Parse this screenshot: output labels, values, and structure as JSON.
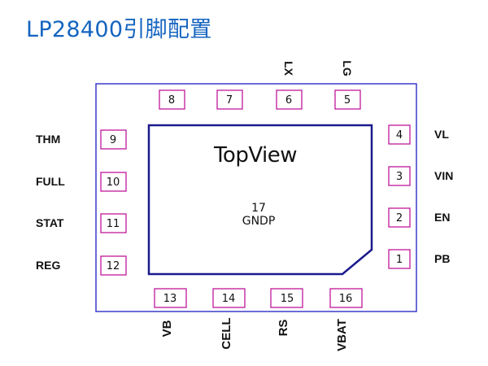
{
  "title": "LP28400引脚配置",
  "view_label": "TopView",
  "pad": {
    "number": "17",
    "name": "GNDP"
  },
  "colors": {
    "title": "#1565c0",
    "package_outline": "#3a3acc",
    "pin_box": "#c0189a",
    "die": "#1a1a8c"
  },
  "pins_top": [
    {
      "num": "8",
      "name": ""
    },
    {
      "num": "7",
      "name": ""
    },
    {
      "num": "6",
      "name": "LX"
    },
    {
      "num": "5",
      "name": "LG"
    }
  ],
  "pins_right": [
    {
      "num": "4",
      "name": "VL"
    },
    {
      "num": "3",
      "name": "VIN"
    },
    {
      "num": "2",
      "name": "EN"
    },
    {
      "num": "1",
      "name": "PB"
    }
  ],
  "pins_left": [
    {
      "num": "9",
      "name": "THM"
    },
    {
      "num": "10",
      "name": "FULL"
    },
    {
      "num": "11",
      "name": "STAT"
    },
    {
      "num": "12",
      "name": "REG"
    }
  ],
  "pins_bottom": [
    {
      "num": "13",
      "name": "VB"
    },
    {
      "num": "14",
      "name": "CELL"
    },
    {
      "num": "15",
      "name": "RS"
    },
    {
      "num": "16",
      "name": "VBAT"
    }
  ]
}
